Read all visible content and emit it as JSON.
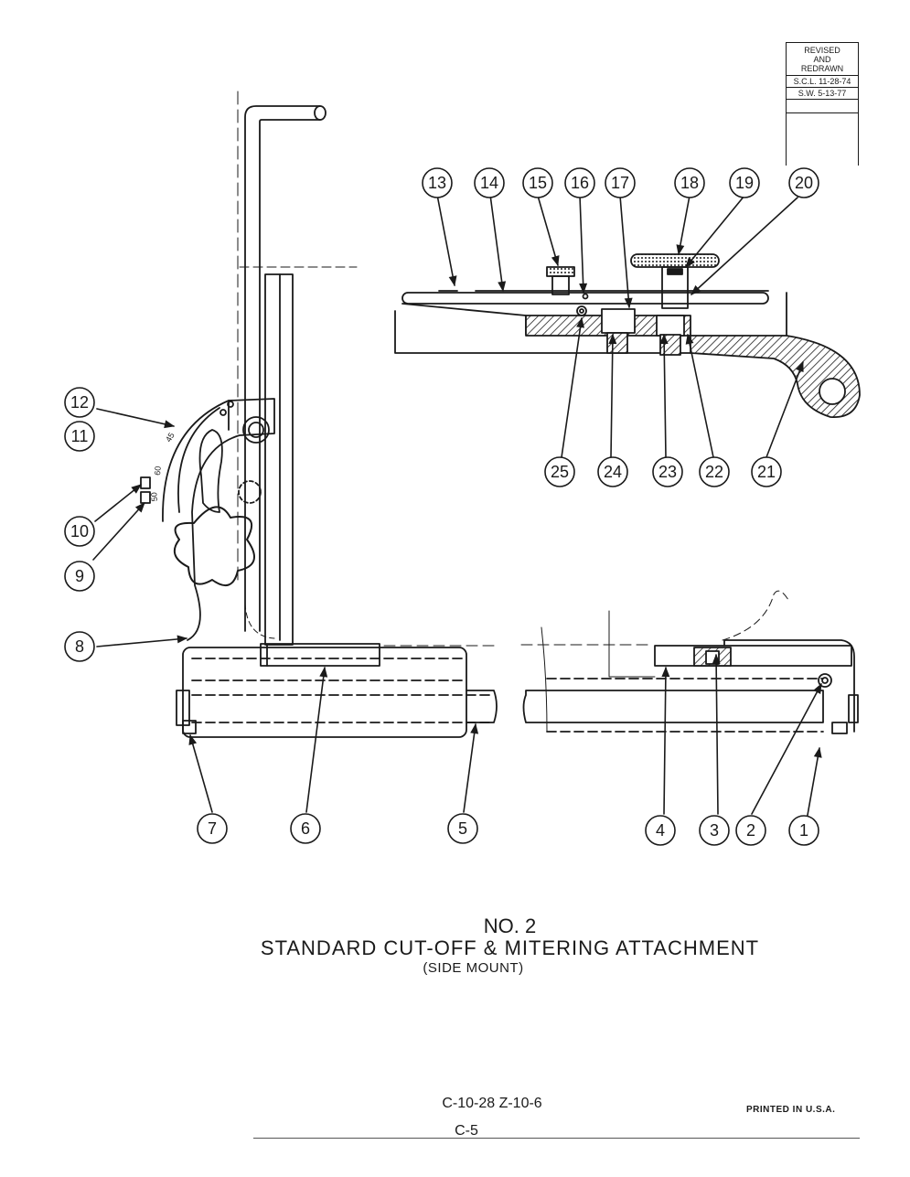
{
  "revision": {
    "heading": [
      "REVISED",
      "AND",
      "REDRAWN"
    ],
    "entries": [
      "S.C.L. 11-28-74",
      "S.W. 5-13-77"
    ]
  },
  "callouts": [
    "1",
    "2",
    "3",
    "4",
    "5",
    "6",
    "7",
    "8",
    "9",
    "10",
    "11",
    "12",
    "13",
    "14",
    "15",
    "16",
    "17",
    "18",
    "19",
    "20",
    "21",
    "22",
    "23",
    "24",
    "25"
  ],
  "scale_marks": [
    "45",
    "50",
    "60"
  ],
  "caption": {
    "number": "NO. 2",
    "title": "STANDARD CUT-OFF & MITERING ATTACHMENT",
    "subtitle": "(SIDE MOUNT)"
  },
  "footer": {
    "code": "C-10-28 Z-10-6",
    "page": "C-5",
    "printed": "PRINTED IN U.S.A."
  }
}
